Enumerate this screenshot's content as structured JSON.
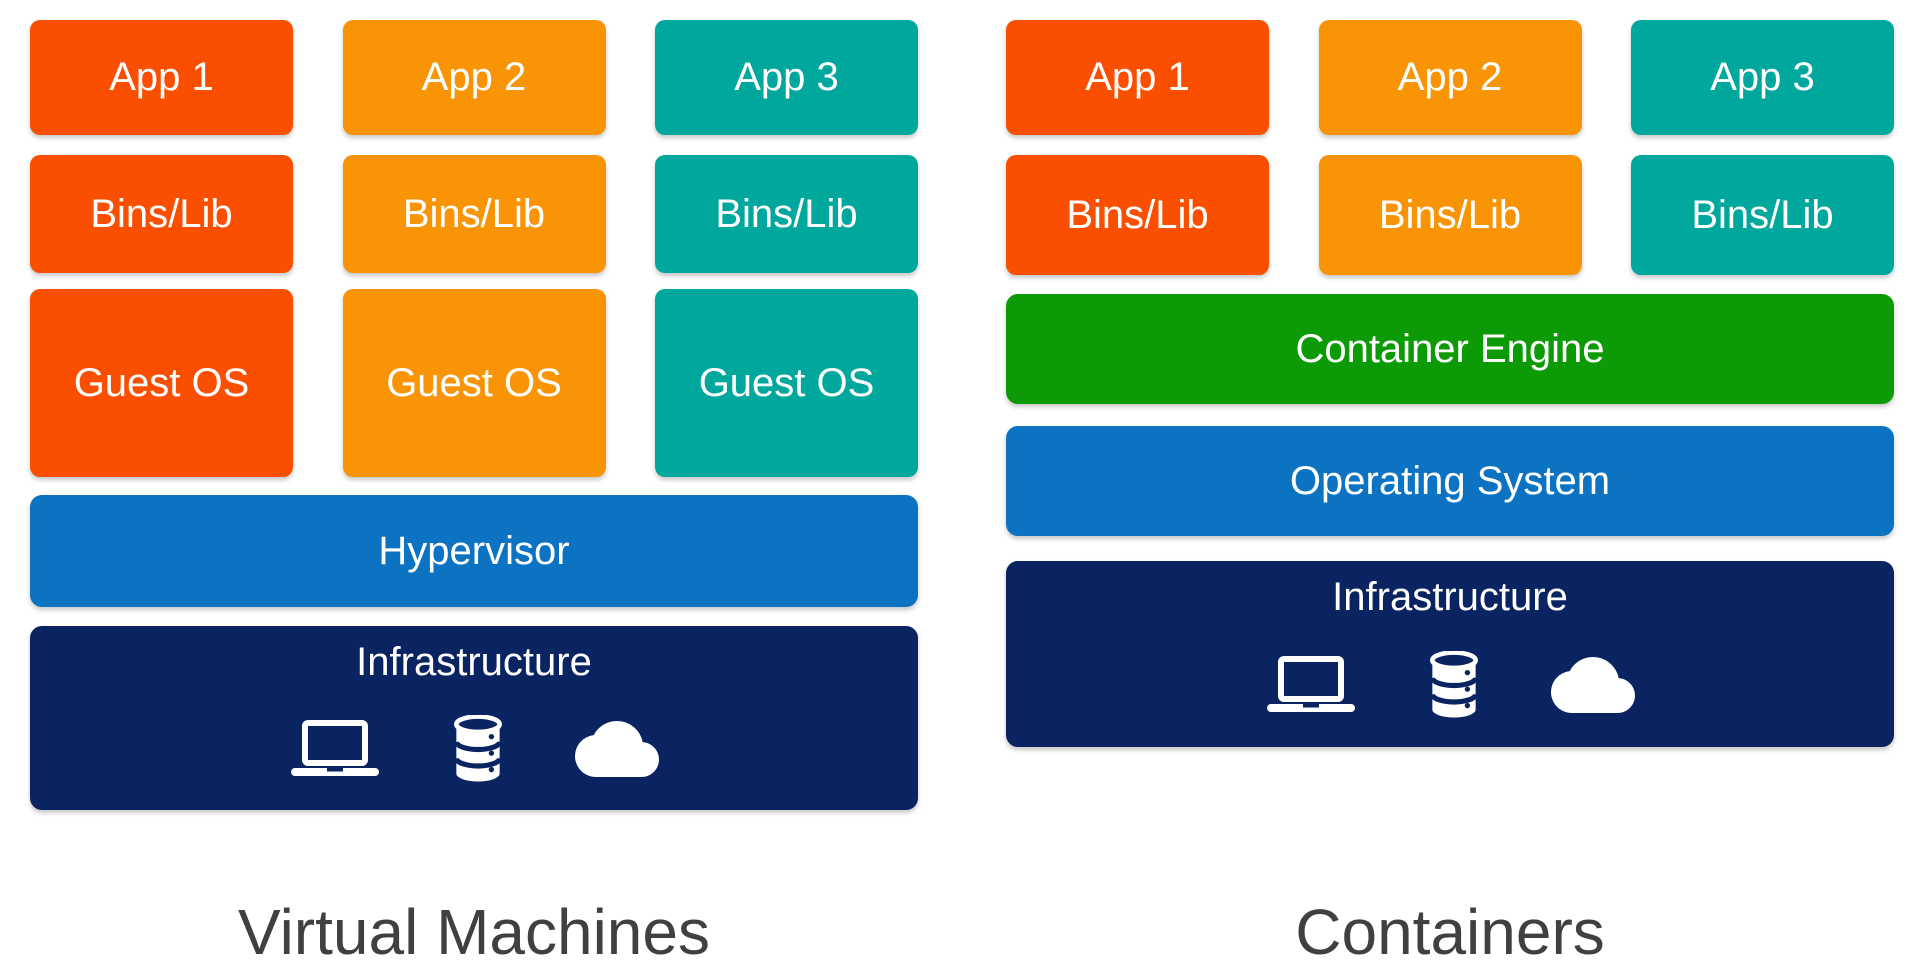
{
  "diagram": {
    "vm": {
      "title": "Virtual Machines",
      "apps": [
        "App 1",
        "App 2",
        "App 3"
      ],
      "bins": [
        "Bins/Lib",
        "Bins/Lib",
        "Bins/Lib"
      ],
      "guests": [
        "Guest OS",
        "Guest OS",
        "Guest OS"
      ],
      "hypervisor": "Hypervisor",
      "infrastructure": "Infrastructure"
    },
    "containers": {
      "title": "Containers",
      "apps": [
        "App 1",
        "App 2",
        "App 3"
      ],
      "bins": [
        "Bins/Lib",
        "Bins/Lib",
        "Bins/Lib"
      ],
      "container_engine": "Container Engine",
      "operating_system": "Operating System",
      "infrastructure": "Infrastructure"
    },
    "infrastructure_icons": [
      "laptop-icon",
      "database-icon",
      "cloud-icon"
    ],
    "colors": {
      "app1": "#FA4E00",
      "app2": "#F89406",
      "app3": "#00A79C",
      "blue": "#0B73C2",
      "navy": "#0A2361",
      "green": "#0C9B06",
      "title_text": "#404040",
      "box_text": "#FFFFFF",
      "background": "#FFFFFF"
    }
  }
}
